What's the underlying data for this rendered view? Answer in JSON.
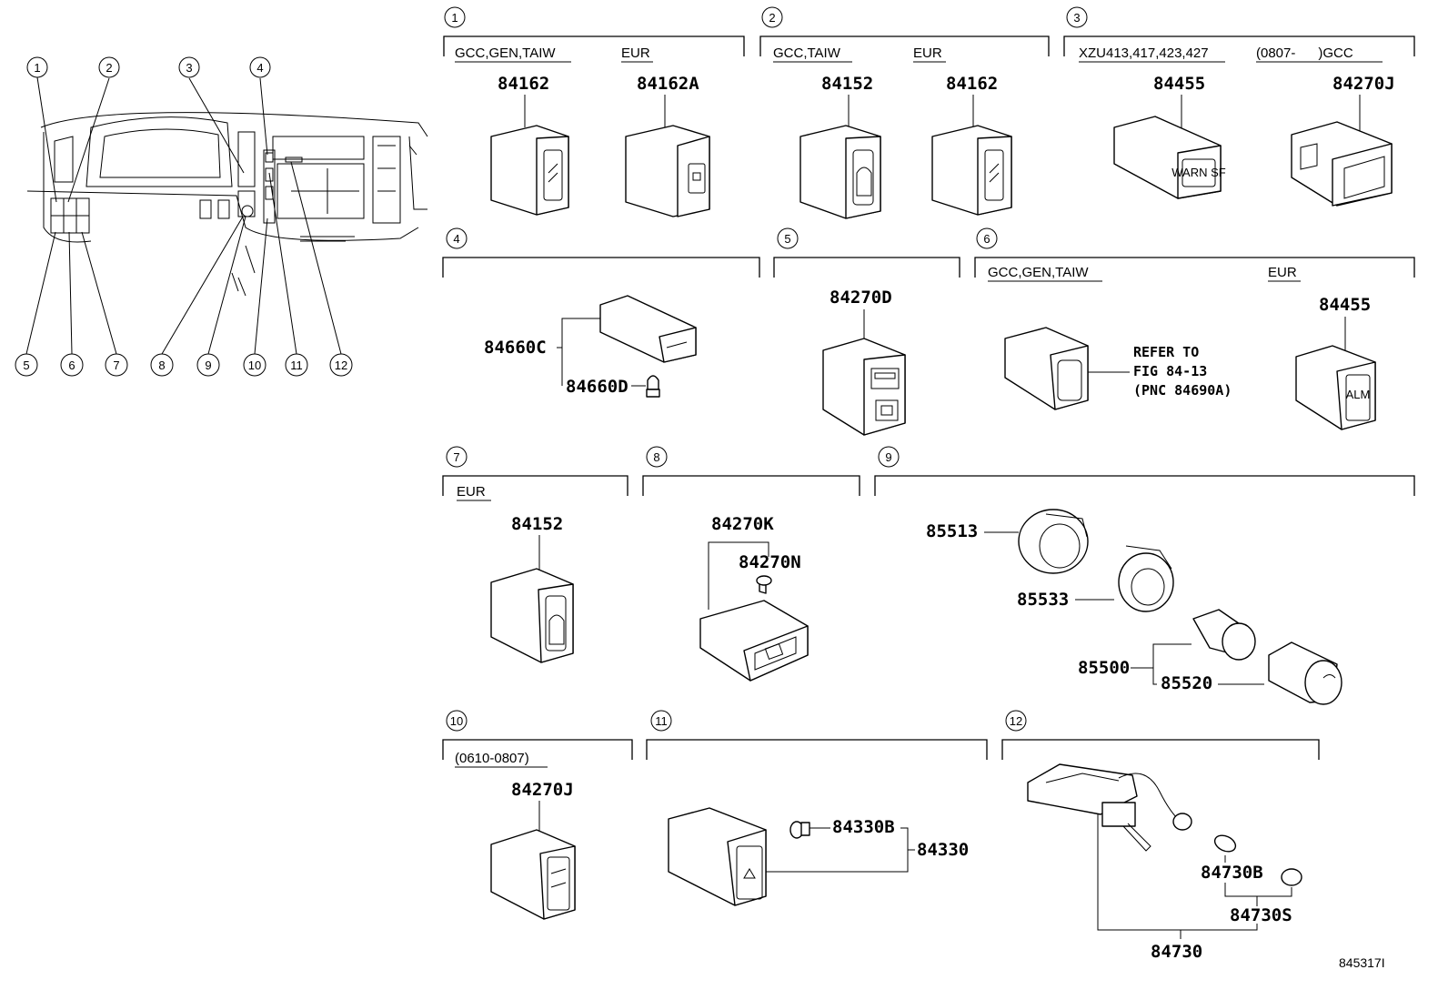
{
  "figure_code": "845317I",
  "locator": {
    "callouts": [
      "1",
      "2",
      "3",
      "4",
      "5",
      "6",
      "7",
      "8",
      "9",
      "10",
      "11",
      "12"
    ]
  },
  "sections": [
    {
      "num": "1",
      "labels": [
        "GCC,GEN,TAIW",
        "EUR"
      ],
      "parts": [
        "84162",
        "84162A"
      ]
    },
    {
      "num": "2",
      "labels": [
        "GCC,TAIW",
        "EUR"
      ],
      "parts": [
        "84152",
        "84162"
      ]
    },
    {
      "num": "3",
      "labels": [
        "XZU413,417,423,427",
        "(0807-      )GCC"
      ],
      "parts": [
        "84455",
        "84270J"
      ]
    },
    {
      "num": "4",
      "labels": [],
      "parts": [
        "84660C",
        "84660D"
      ]
    },
    {
      "num": "5",
      "labels": [],
      "parts": [
        "84270D"
      ]
    },
    {
      "num": "6",
      "labels": [
        "GCC,GEN,TAIW",
        "EUR"
      ],
      "parts": [
        "84455"
      ],
      "refer": [
        "REFER TO",
        "FIG 84-13",
        "(PNC 84690A)"
      ]
    },
    {
      "num": "7",
      "labels": [
        "EUR"
      ],
      "parts": [
        "84152"
      ]
    },
    {
      "num": "8",
      "labels": [],
      "parts": [
        "84270K",
        "84270N"
      ]
    },
    {
      "num": "9",
      "labels": [],
      "parts": [
        "85513",
        "85533",
        "85500",
        "85520"
      ]
    },
    {
      "num": "10",
      "labels": [
        "(0610-0807)"
      ],
      "parts": [
        "84270J"
      ]
    },
    {
      "num": "11",
      "labels": [],
      "parts": [
        "84330B",
        "84330"
      ]
    },
    {
      "num": "12",
      "labels": [],
      "parts": [
        "84730B",
        "84730S",
        "84730"
      ]
    }
  ]
}
